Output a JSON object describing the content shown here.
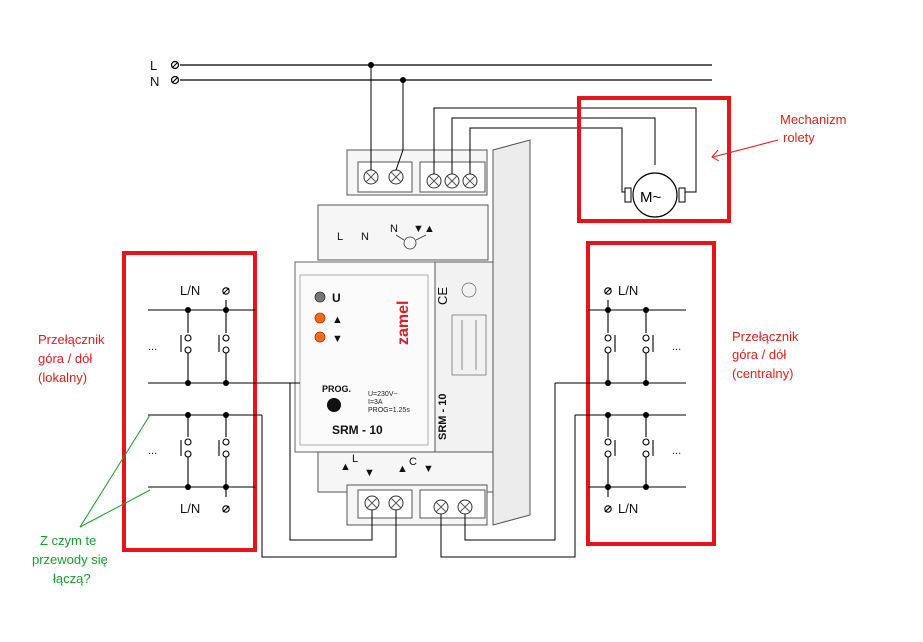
{
  "supply": {
    "line_label": "L",
    "neutral_label": "N"
  },
  "motor": {
    "symbol": "M~",
    "annotation": [
      "Mechanizm",
      "rolety"
    ]
  },
  "local_switch": {
    "annotation": [
      "Przełącznik",
      "góra / dół",
      "(lokalny)"
    ],
    "top_label": "L/N",
    "bottom_label": "L/N",
    "dots": "..."
  },
  "central_switch": {
    "annotation": [
      "Przełącznik",
      "góra / dół",
      "(centralny)"
    ],
    "top_label": "L/N",
    "bottom_label": "L/N",
    "dots": "..."
  },
  "question": [
    "Z czym te",
    "przewody się",
    "łączą?"
  ],
  "device": {
    "model": "SRM - 10",
    "brand": "zamel",
    "prog_label": "PROG.",
    "spec_lines": [
      "U=230V~",
      "I=3A",
      "PROG=1.25s"
    ],
    "led_labels": [
      "U",
      "▲",
      "▼"
    ],
    "top_terminal_labels": [
      "L",
      "N",
      "N",
      "▼",
      "▲"
    ],
    "bottom_terminal_labels": [
      "▲",
      "L",
      "▼",
      "▲",
      "C",
      "▼"
    ],
    "side_model": "SRM - 10",
    "ce_mark": "CE"
  },
  "colors": {
    "annotation_red": "#e0201e",
    "annotation_green": "#1a9e2c",
    "frame_red": "#e8141c",
    "led_off": "#777777",
    "led_on": "#ff6a1a"
  }
}
